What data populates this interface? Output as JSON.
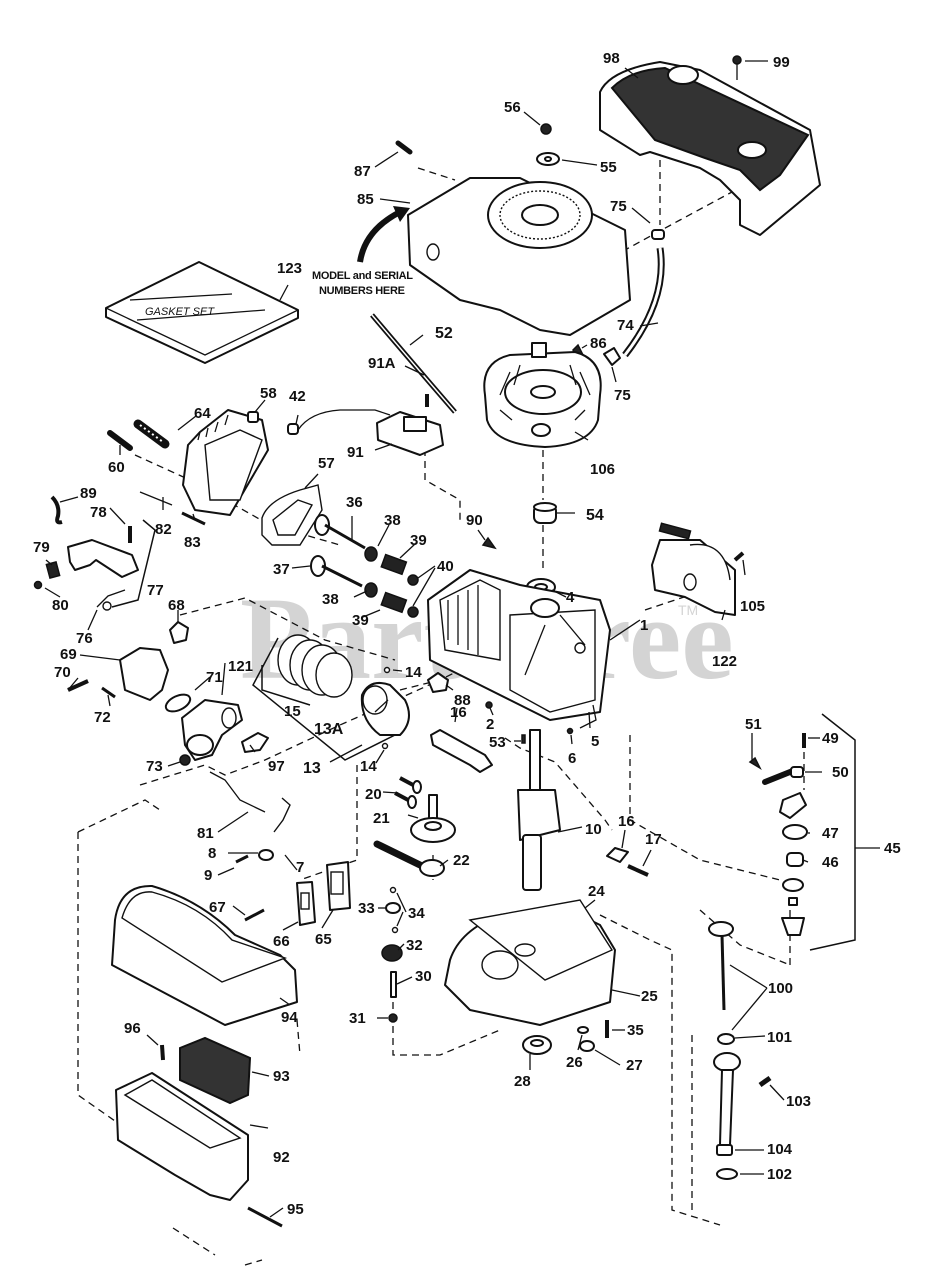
{
  "diagram": {
    "watermark": "PartsTree",
    "watermark_tm": "TM",
    "note_line1": "MODEL and SERIAL",
    "note_line2": "NUMBERS HERE",
    "gasket_box_text": "GASKET SET",
    "colors": {
      "ink": "#111111",
      "watermark": "#d4d4d4",
      "background": "#ffffff"
    },
    "labels": [
      {
        "id": "98",
        "text": "98",
        "part": "blower-housing-cover"
      },
      {
        "id": "99",
        "text": "99",
        "part": "screw"
      },
      {
        "id": "56",
        "text": "56",
        "part": "nut"
      },
      {
        "id": "55",
        "text": "55",
        "part": "washer"
      },
      {
        "id": "87",
        "text": "87",
        "part": "screw"
      },
      {
        "id": "85",
        "text": "85",
        "part": "blower-housing"
      },
      {
        "id": "75a",
        "text": "75",
        "part": "clamp"
      },
      {
        "id": "123",
        "text": "123",
        "part": "gasket-set"
      },
      {
        "id": "74",
        "text": "74",
        "part": "fuel-line"
      },
      {
        "id": "52",
        "text": "52",
        "part": "ground-wire"
      },
      {
        "id": "86",
        "text": "86",
        "part": "flywheel-key"
      },
      {
        "id": "75b",
        "text": "75",
        "part": "clamp"
      },
      {
        "id": "91A",
        "text": "91A",
        "part": "screw"
      },
      {
        "id": "42",
        "text": "42",
        "part": "spark-plug-boot"
      },
      {
        "id": "58",
        "text": "58",
        "part": "cylinder-head"
      },
      {
        "id": "64",
        "text": "64",
        "part": "spark-plug"
      },
      {
        "id": "60",
        "text": "60",
        "part": "head-bolt"
      },
      {
        "id": "91",
        "text": "91",
        "part": "ignition-module"
      },
      {
        "id": "106",
        "text": "106",
        "part": "flywheel"
      },
      {
        "id": "57",
        "text": "57",
        "part": "head-gasket"
      },
      {
        "id": "36",
        "text": "36",
        "part": "exhaust-valve"
      },
      {
        "id": "38a",
        "text": "38",
        "part": "valve-spring-cap"
      },
      {
        "id": "39a",
        "text": "39",
        "part": "valve-spring"
      },
      {
        "id": "89",
        "text": "89",
        "part": "governor-spring"
      },
      {
        "id": "78",
        "text": "78",
        "part": "screw"
      },
      {
        "id": "82",
        "text": "82",
        "part": "link"
      },
      {
        "id": "83",
        "text": "83",
        "part": "link"
      },
      {
        "id": "90",
        "text": "90",
        "part": "clip"
      },
      {
        "id": "54",
        "text": "54",
        "part": "seal"
      },
      {
        "id": "79",
        "text": "79",
        "part": "spring"
      },
      {
        "id": "37",
        "text": "37",
        "part": "intake-valve"
      },
      {
        "id": "40",
        "text": "40",
        "part": "valve-lock"
      },
      {
        "id": "4",
        "text": "4",
        "part": "oil-seal"
      },
      {
        "id": "80",
        "text": "80",
        "part": "screw"
      },
      {
        "id": "77",
        "text": "77",
        "part": "control-assembly"
      },
      {
        "id": "38b",
        "text": "38",
        "part": "valve-spring-cap"
      },
      {
        "id": "39b",
        "text": "39",
        "part": "valve-spring"
      },
      {
        "id": "105",
        "text": "105",
        "part": "screw"
      },
      {
        "id": "68",
        "text": "68",
        "part": "gasket"
      },
      {
        "id": "1",
        "text": "1",
        "part": "cylinder"
      },
      {
        "id": "76",
        "text": "76",
        "part": "bracket"
      },
      {
        "id": "122",
        "text": "122",
        "part": "rewind-starter"
      },
      {
        "id": "69",
        "text": "69",
        "part": "intake-pipe"
      },
      {
        "id": "14a",
        "text": "14",
        "part": "piston-pin-lock"
      },
      {
        "id": "121",
        "text": "121",
        "part": "carburetor"
      },
      {
        "id": "71",
        "text": "71",
        "part": "gasket"
      },
      {
        "id": "70",
        "text": "70",
        "part": "screw"
      },
      {
        "id": "88",
        "text": "88",
        "part": "gasket"
      },
      {
        "id": "15",
        "text": "15",
        "part": "ring-set"
      },
      {
        "id": "72",
        "text": "72",
        "part": "screw"
      },
      {
        "id": "16a",
        "text": "16",
        "part": "connecting-rod"
      },
      {
        "id": "13A",
        "text": "13A",
        "part": "piston"
      },
      {
        "id": "2",
        "text": "2",
        "part": "dowel-pin"
      },
      {
        "id": "53",
        "text": "53",
        "part": "pin"
      },
      {
        "id": "5",
        "text": "5",
        "part": "breather-tube"
      },
      {
        "id": "51",
        "text": "51",
        "part": "clip"
      },
      {
        "id": "49",
        "text": "49",
        "part": "screw"
      },
      {
        "id": "73",
        "text": "73",
        "part": "nut"
      },
      {
        "id": "97",
        "text": "97",
        "part": "gasket"
      },
      {
        "id": "13",
        "text": "13",
        "part": "piston-assembly"
      },
      {
        "id": "14b",
        "text": "14",
        "part": "piston-pin-lock"
      },
      {
        "id": "6",
        "text": "6",
        "part": "screw"
      },
      {
        "id": "50",
        "text": "50",
        "part": "breather-tube"
      },
      {
        "id": "20",
        "text": "20",
        "part": "valve-lifter"
      },
      {
        "id": "10",
        "text": "10",
        "part": "crankshaft"
      },
      {
        "id": "81",
        "text": "81",
        "part": "governor-link"
      },
      {
        "id": "21",
        "text": "21",
        "part": "camshaft"
      },
      {
        "id": "16b",
        "text": "16",
        "part": "rod-cap"
      },
      {
        "id": "17",
        "text": "17",
        "part": "rod-bolt"
      },
      {
        "id": "47",
        "text": "47",
        "part": "gasket"
      },
      {
        "id": "45",
        "text": "45",
        "part": "breather-assembly"
      },
      {
        "id": "8",
        "text": "8",
        "part": "lever"
      },
      {
        "id": "7",
        "text": "7",
        "part": "governor-lever"
      },
      {
        "id": "22",
        "text": "22",
        "part": "governor-crank"
      },
      {
        "id": "46",
        "text": "46",
        "part": "breather-element"
      },
      {
        "id": "9",
        "text": "9",
        "part": "screw"
      },
      {
        "id": "24",
        "text": "24",
        "part": "gasket"
      },
      {
        "id": "67",
        "text": "67",
        "part": "screw"
      },
      {
        "id": "33",
        "text": "33",
        "part": "governor-gear"
      },
      {
        "id": "34",
        "text": "34",
        "part": "washer"
      },
      {
        "id": "66",
        "text": "66",
        "part": "muffler-plate"
      },
      {
        "id": "65",
        "text": "65",
        "part": "muffler-gasket"
      },
      {
        "id": "32",
        "text": "32",
        "part": "governor-assembly"
      },
      {
        "id": "30",
        "text": "30",
        "part": "governor-shaft"
      },
      {
        "id": "100",
        "text": "100",
        "part": "dipstick"
      },
      {
        "id": "25",
        "text": "25",
        "part": "mounting-flange"
      },
      {
        "id": "94",
        "text": "94",
        "part": "air-cleaner-cover"
      },
      {
        "id": "31",
        "text": "31",
        "part": "retainer"
      },
      {
        "id": "35",
        "text": "35",
        "part": "screw"
      },
      {
        "id": "101",
        "text": "101",
        "part": "o-ring"
      },
      {
        "id": "26",
        "text": "26",
        "part": "washer"
      },
      {
        "id": "96",
        "text": "96",
        "part": "screw"
      },
      {
        "id": "93",
        "text": "93",
        "part": "air-filter"
      },
      {
        "id": "27",
        "text": "27",
        "part": "plug"
      },
      {
        "id": "28",
        "text": "28",
        "part": "oil-seal"
      },
      {
        "id": "103",
        "text": "103",
        "part": "screw"
      },
      {
        "id": "92",
        "text": "92",
        "part": "air-cleaner-base"
      },
      {
        "id": "104",
        "text": "104",
        "part": "dipstick-tube"
      },
      {
        "id": "102",
        "text": "102",
        "part": "o-ring"
      },
      {
        "id": "95",
        "text": "95",
        "part": "screw"
      }
    ]
  }
}
